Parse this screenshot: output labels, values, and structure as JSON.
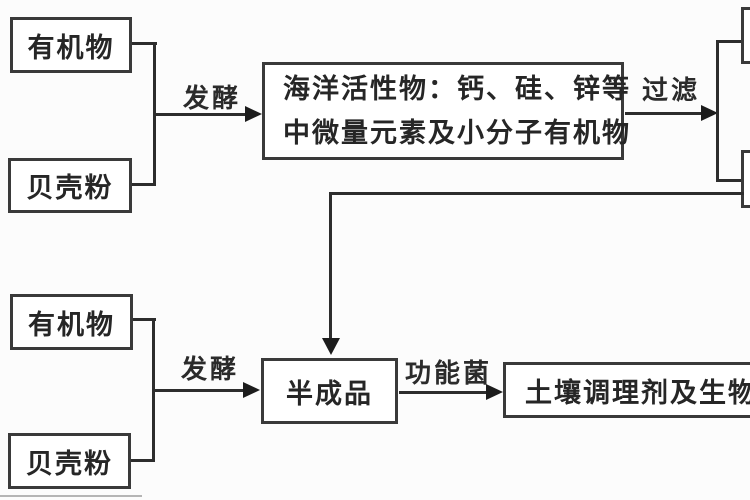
{
  "diagram": {
    "title": "soil-conditioner-production-flowchart",
    "colors": {
      "background": "#fcfcfc",
      "box_border": "#3a3a3a",
      "line": "#2d2d2d",
      "arrowhead": "#1c1c1c",
      "text": "#262626"
    },
    "nodes": {
      "organic_top": {
        "label": "有机物"
      },
      "shell_top": {
        "label": "贝壳粉"
      },
      "marine": {
        "line1": "海洋活性物：钙、硅、锌等",
        "line2": "中微量元素及小分子有机物"
      },
      "organic_bottom": {
        "label": "有机物"
      },
      "shell_bottom": {
        "label": "贝壳粉"
      },
      "semi_finished": {
        "label": "半成品"
      },
      "final_product": {
        "label": "土壤调理剂及生物肥"
      }
    },
    "edges": {
      "ferment_top": {
        "label": "发酵"
      },
      "filter": {
        "label": "过滤"
      },
      "ferment_bottom": {
        "label": "发酵"
      },
      "functional_bacteria": {
        "label": "功能菌"
      }
    }
  }
}
